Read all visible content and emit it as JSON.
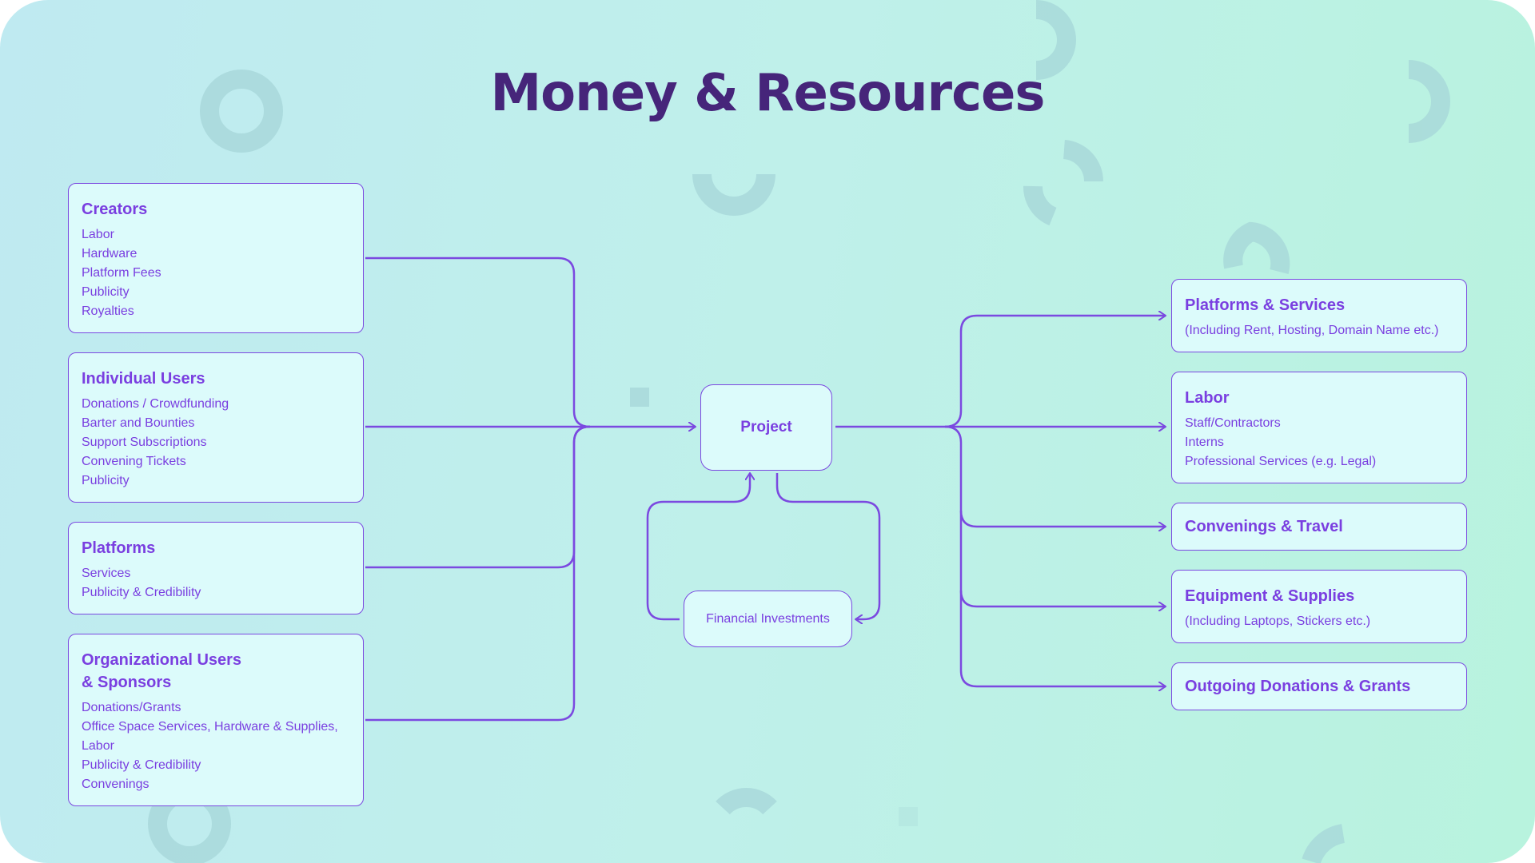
{
  "title": "Money & Resources",
  "center_node": "Project",
  "loop_node": "Financial Investments",
  "sources": [
    {
      "title": "Creators",
      "items": [
        "Labor",
        "Hardware",
        "Platform Fees",
        "Publicity",
        "Royalties"
      ]
    },
    {
      "title": "Individual Users",
      "items": [
        "Donations / Crowdfunding",
        "Barter and Bounties",
        "Support Subscriptions",
        "Convening Tickets",
        "Publicity"
      ]
    },
    {
      "title": "Platforms",
      "items": [
        "Services",
        "Publicity & Credibility"
      ]
    },
    {
      "title": "Organizational Users\n& Sponsors",
      "items": [
        "Donations/Grants",
        "Office Space Services, Hardware & Supplies,",
        "Labor",
        "Publicity & Credibility",
        "Convenings"
      ]
    }
  ],
  "destinations": [
    {
      "title": "Platforms & Services",
      "note": "(Including Rent, Hosting, Domain Name etc.)"
    },
    {
      "title": "Labor",
      "items": [
        "Staff/Contractors",
        "Interns",
        "Professional Services (e.g. Legal)"
      ]
    },
    {
      "title": "Convenings & Travel"
    },
    {
      "title": "Equipment & Supplies",
      "note": "(Including Laptops, Stickers etc.)"
    },
    {
      "title": "Outgoing Donations & Grants"
    }
  ],
  "colors": {
    "title": "#46257a",
    "accent": "#7a3fe0",
    "box_fill": "#dcfbfb",
    "bg_left": "#bfeaf1",
    "bg_right": "#b8f3de",
    "decor": "#a6d6d8"
  }
}
